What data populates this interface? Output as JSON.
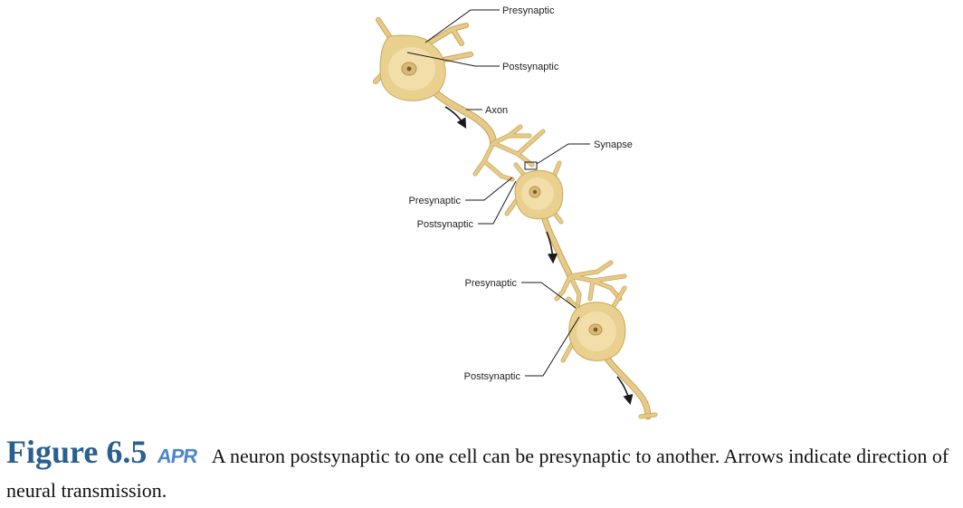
{
  "labels": {
    "presynaptic_top": "Presynaptic",
    "postsynaptic_top": "Postsynaptic",
    "axon": "Axon",
    "synapse": "Synapse",
    "presynaptic_mid": "Presynaptic",
    "postsynaptic_mid": "Postsynaptic",
    "presynaptic_low": "Presynaptic",
    "postsynaptic_low": "Postsynaptic"
  },
  "caption": {
    "figure_number": "Figure 6.5",
    "badge": "APR",
    "text": "A neuron postsynaptic to one cell can be presynaptic to another. Arrows indicate direction of neural transmission."
  },
  "colors": {
    "cell_body": "#e9d08f",
    "cell_outline": "#cba75a",
    "title_blue": "#2a5f91",
    "badge_blue": "#4e86c8"
  }
}
